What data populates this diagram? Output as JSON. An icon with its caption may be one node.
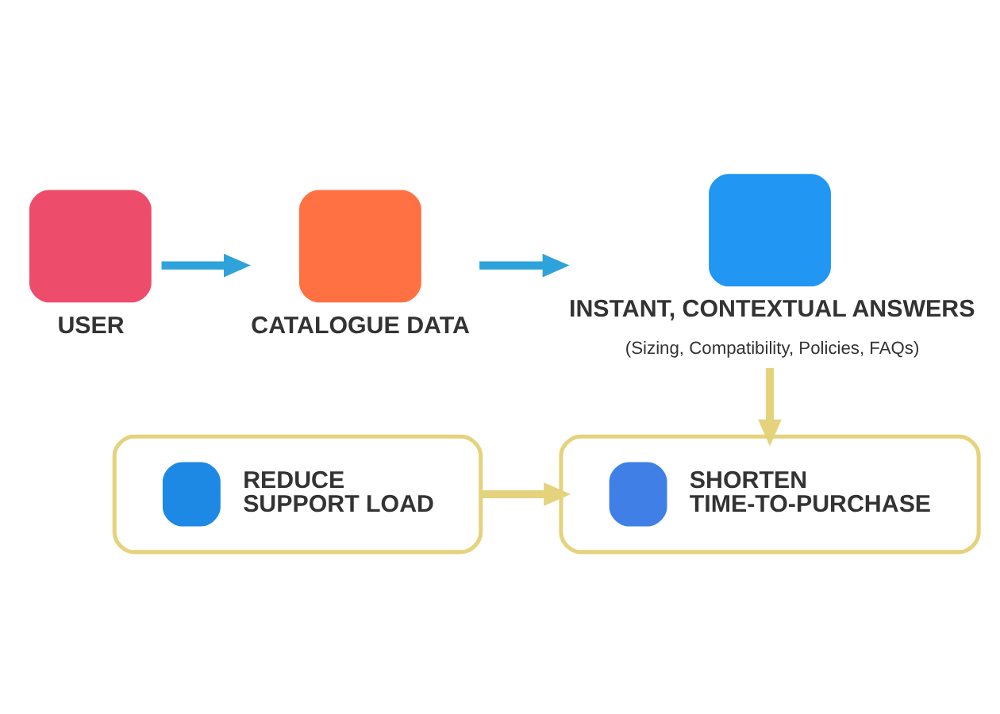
{
  "diagram": {
    "nodes": [
      {
        "text": [
          "USER"
        ]
      },
      {
        "text": [
          "CATALOGUE DATA"
        ]
      },
      {
        "text": [
          "INSTANT, CONTEXTUAL ANSWERS",
          "(Sizing, Compatibility, Policies, FAQs)"
        ]
      },
      {
        "text": [
          "REDUCE SUPPORT LOAD"
        ]
      },
      {
        "text": [
          "SHORTEN TIME-TO-PURCHASE"
        ]
      }
    ],
    "edges": [
      {
        "from": 0,
        "to": 1,
        "arrow": "to",
        "color": "#2ea2da"
      },
      {
        "from": 1,
        "to": 2,
        "arrow": "to",
        "color": "#2ea2da"
      },
      {
        "from": 2,
        "to": 4,
        "arrow": "to",
        "color": "#e5d27c"
      },
      {
        "from": 3,
        "to": 4,
        "arrow": "to",
        "color": "#e5d27c"
      }
    ]
  }
}
